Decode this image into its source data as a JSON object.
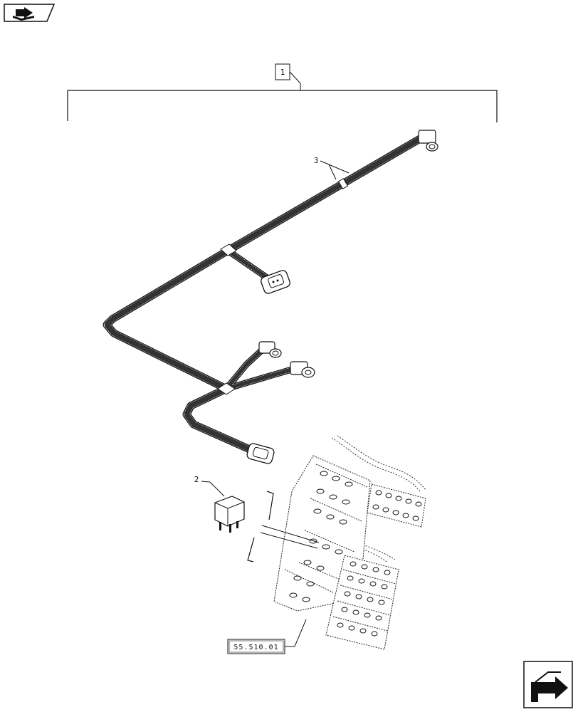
{
  "diagram": {
    "group_label": "1",
    "callouts": [
      {
        "label": "3",
        "part": "wiring-harness"
      },
      {
        "label": "2",
        "part": "relay"
      }
    ],
    "reference_box": "55.510.01",
    "icons": {
      "top_left": "book-arrow-icon",
      "bottom_right": "next-page-arrow-icon"
    }
  }
}
